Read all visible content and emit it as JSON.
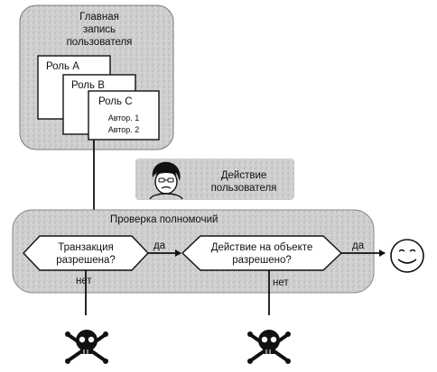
{
  "account": {
    "title_lines": [
      "Главная",
      "запись",
      "пользователя"
    ],
    "roles": [
      "Роль А",
      "Роль В",
      "Роль С"
    ],
    "authors": [
      "Автор. 1",
      "Автор. 2"
    ]
  },
  "user_action": {
    "label_lines": [
      "Действие",
      "пользователя"
    ]
  },
  "check": {
    "title": "Проверка полномочий",
    "transaction": {
      "label_lines": [
        "Транзакция",
        "разрешена?"
      ],
      "yes": "да",
      "no": "нет"
    },
    "object_action": {
      "label_lines": [
        "Действие на объекте",
        "разрешено?"
      ],
      "yes": "да",
      "no": "нет"
    }
  },
  "icons": {
    "person": "person-face-icon",
    "success": "smiley-face-icon",
    "failure": "skull-crossbones-icon"
  },
  "colors": {
    "shaded": "#cfcfcf",
    "line": "#111111"
  }
}
